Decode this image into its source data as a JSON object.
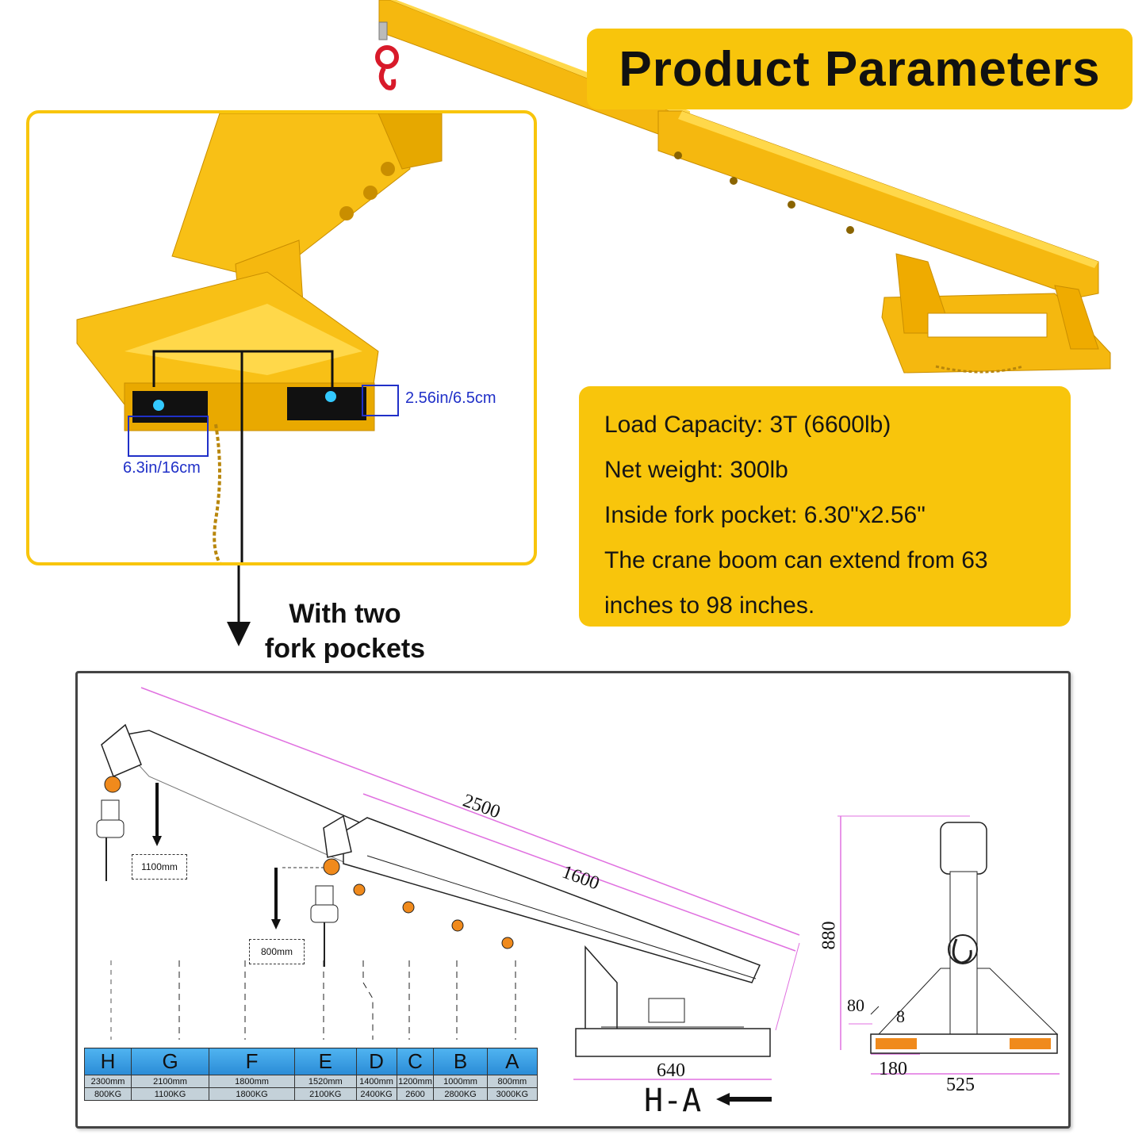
{
  "title": "Product Parameters",
  "dimensions": {
    "pocket_height": "2.56in/6.5cm",
    "pocket_width": "6.3in/16cm"
  },
  "specs": [
    "Load Capacity: 3T (6600lb)",
    "Net weight: 300lb",
    "Inside fork pocket: 6.30\"x2.56\"",
    "The crane boom can extend from 63",
    "inches to 98 inches."
  ],
  "caption": {
    "line1": "With two",
    "line2": "fork pockets"
  },
  "drawing": {
    "dim_2500": "2500",
    "dim_1600": "1600",
    "dim_880": "880",
    "dim_80": "80",
    "dim_8": "8",
    "dim_180": "180",
    "dim_525": "525",
    "dim_640": "640",
    "box_1100": "1100mm",
    "box_800": "800mm",
    "view_label": "H-A"
  },
  "capacity_table": {
    "letters": [
      "H",
      "G",
      "F",
      "E",
      "D",
      "C",
      "B",
      "A"
    ],
    "lengths": [
      "2300mm",
      "2100mm",
      "1800mm",
      "1520mm",
      "1400mm",
      "1200mm",
      "1000mm",
      "800mm"
    ],
    "loads": [
      "800KG",
      "1100KG",
      "1800KG",
      "2100KG",
      "2400KG",
      "2600",
      "2800KG",
      "3000KG"
    ]
  },
  "colors": {
    "accent_yellow": "#f8c50c",
    "boom_yellow": "#f5b80f",
    "dimension_blue": "#2030c8",
    "dimension_magenta": "#e070e0",
    "pin_orange": "#f08a1c"
  }
}
